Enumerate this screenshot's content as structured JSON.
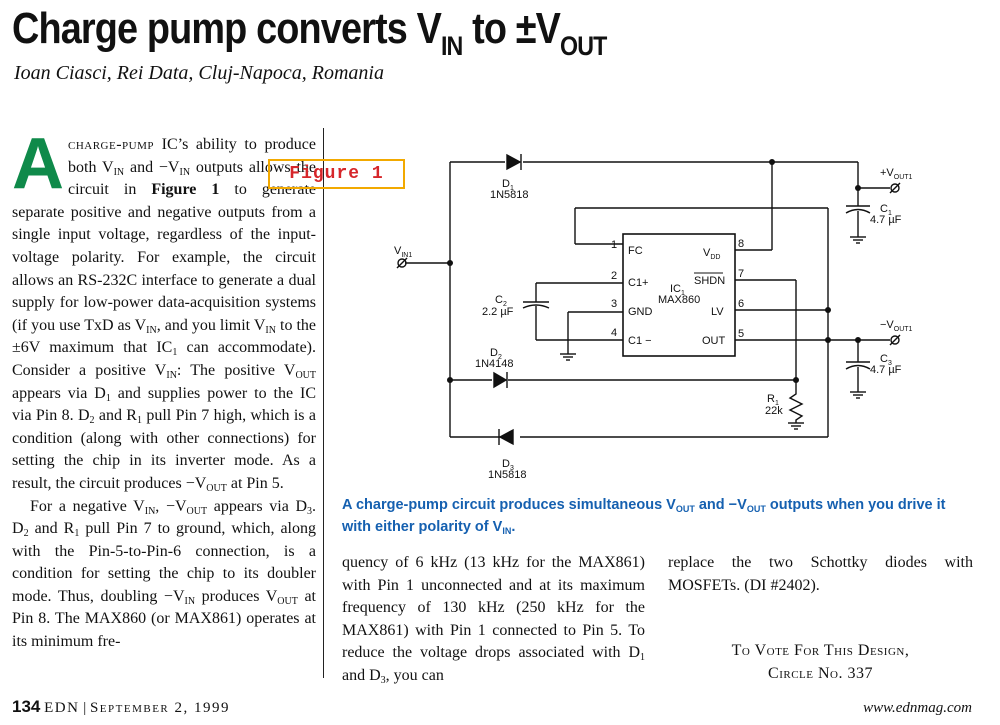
{
  "header": {
    "title_a": "Charge pump converts V",
    "title_sub_in": "IN",
    "title_b": " to ±V",
    "title_sub_out": "OUT",
    "author": "Ioan Ciasci, Rei Data, Cluj-Napoca, Romania"
  },
  "figure_label": "Figure 1",
  "article": {
    "dropcap": "A",
    "p1": [
      {
        "t": "charge-pump",
        "sc": true
      },
      {
        "t": " IC’s ability to produce both V"
      },
      {
        "t": "IN",
        "sub": true
      },
      {
        "t": " and −V"
      },
      {
        "t": "IN",
        "sub": true
      },
      {
        "t": " outputs allows the circuit in "
      },
      {
        "t": "Figure 1",
        "b": true
      },
      {
        "t": " to generate separate positive and negative outputs from a single input voltage, regardless of the input-voltage polarity. For example, the circuit allows an RS-232C interface to generate a dual supply for low-power data-acquisition systems (if you use TxD as V"
      },
      {
        "t": "IN",
        "sub": true
      },
      {
        "t": ", and you limit V"
      },
      {
        "t": "IN",
        "sub": true
      },
      {
        "t": " to the ±6V maximum that IC"
      },
      {
        "t": "1",
        "sub": true
      },
      {
        "t": " can accommodate). Consider a positive V"
      },
      {
        "t": "IN",
        "sub": true
      },
      {
        "t": ": The positive V"
      },
      {
        "t": "OUT",
        "sub": true
      },
      {
        "t": " appears via D"
      },
      {
        "t": "1",
        "sub": true
      },
      {
        "t": " and supplies power to the IC via Pin 8. D"
      },
      {
        "t": "2",
        "sub": true
      },
      {
        "t": " and R"
      },
      {
        "t": "1",
        "sub": true
      },
      {
        "t": " pull Pin 7 high, which is a condition (along with other connections) for setting the chip in its inverter mode. As a result, the circuit produces −V"
      },
      {
        "t": "OUT",
        "sub": true
      },
      {
        "t": " at Pin 5."
      }
    ],
    "p2": [
      {
        "t": "For a negative V"
      },
      {
        "t": "IN",
        "sub": true
      },
      {
        "t": ", −V"
      },
      {
        "t": "OUT",
        "sub": true
      },
      {
        "t": " appears via D"
      },
      {
        "t": "3",
        "sub": true
      },
      {
        "t": ". D"
      },
      {
        "t": "2",
        "sub": true
      },
      {
        "t": " and R"
      },
      {
        "t": "1",
        "sub": true
      },
      {
        "t": " pull Pin 7 to ground, which, along with the Pin-5-to-Pin-6 connection, is a condition for setting the chip to its doubler mode. Thus, doubling −V"
      },
      {
        "t": "IN",
        "sub": true
      },
      {
        "t": " produces V"
      },
      {
        "t": "OUT",
        "sub": true
      },
      {
        "t": " at Pin 8. The MAX860 (or MAX861) operates at its minimum fre-"
      }
    ],
    "p3": [
      {
        "t": "quency of 6 kHz (13 kHz for the MAX861) with Pin 1 unconnected and at its maximum frequency of 130 kHz (250 kHz for the MAX861) with Pin 1 connected to Pin 5. To reduce the voltage drops associated with D"
      },
      {
        "t": "1",
        "sub": true
      },
      {
        "t": " and D"
      },
      {
        "t": "3",
        "sub": true
      },
      {
        "t": ", you can"
      }
    ],
    "p4": [
      {
        "t": "replace the two Schottky diodes with MOSFETs. (DI #2402)."
      }
    ]
  },
  "caption": [
    {
      "t": "A charge-pump circuit produces simultaneous V"
    },
    {
      "t": "OUT",
      "sub": true
    },
    {
      "t": " and −V"
    },
    {
      "t": "OUT",
      "sub": true
    },
    {
      "t": " outputs when you drive it with either polarity of V"
    },
    {
      "t": "IN",
      "sub": true
    },
    {
      "t": "."
    }
  ],
  "vote": {
    "line1": "To Vote For This Design,",
    "line2": "Circle No. 337"
  },
  "footer": {
    "page": "134",
    "mag": "EDN",
    "sep": "|",
    "date": "September 2, 1999",
    "url": "www.ednmag.com"
  },
  "schematic": {
    "d1": "D",
    "d1_sub": "1",
    "d1_part": "1N5818",
    "d2": "D",
    "d2_sub": "2",
    "d2_part": "1N4148",
    "d3": "D",
    "d3_sub": "3",
    "d3_part": "1N5818",
    "c1": "C",
    "c1_sub": "1",
    "c1_val": "4.7 µF",
    "c2": "C",
    "c2_sub": "2",
    "c2_val": "2.2 µF",
    "c3": "C",
    "c3_sub": "3",
    "c3_val": "4.7 µF",
    "r1": "R",
    "r1_sub": "1",
    "r1_val": "22k",
    "vin": "V",
    "vin_sub": "IN1",
    "vout_pos": "+V",
    "vout_pos_sub": "OUT1",
    "vout_neg": "−V",
    "vout_neg_sub": "OUT1",
    "ic": "IC",
    "ic_sub": "1",
    "ic_part": "MAX860",
    "pin1": "1",
    "pin2": "2",
    "pin3": "3",
    "pin4": "4",
    "pin5": "5",
    "pin6": "6",
    "pin7": "7",
    "pin8": "8",
    "fc": "FC",
    "c1p": "C1+",
    "gnd": "GND",
    "c1m": "C1 −",
    "vdd": "V",
    "vdd_sub": "DD",
    "shdn": "SHDN",
    "lv": "LV",
    "out": "OUT"
  }
}
